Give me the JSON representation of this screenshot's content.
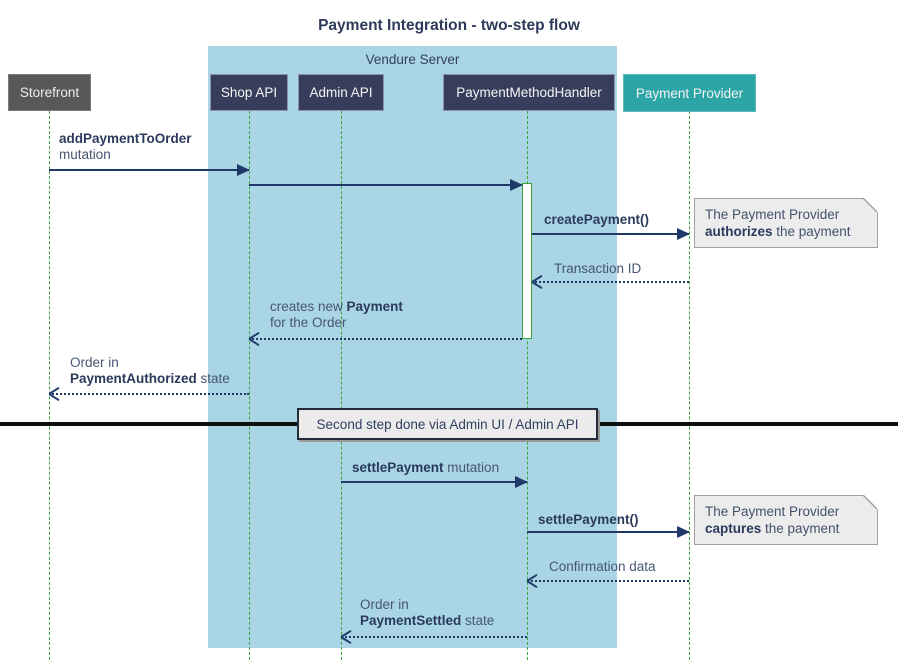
{
  "title": "Payment Integration - two-step flow",
  "container": {
    "label": "Vendure Server"
  },
  "participants": [
    {
      "id": "storefront",
      "label": "Storefront"
    },
    {
      "id": "shop-api",
      "label": "Shop API"
    },
    {
      "id": "admin-api",
      "label": "Admin API"
    },
    {
      "id": "payment-method-handler",
      "label": "PaymentMethodHandler"
    },
    {
      "id": "payment-provider",
      "label": "Payment Provider"
    }
  ],
  "messages": {
    "m1": {
      "from": "Storefront",
      "to": "Shop API",
      "line1_bold": "addPaymentToOrder",
      "line2": "mutation",
      "style": "solid"
    },
    "m2": {
      "from": "Shop API",
      "to": "PaymentMethodHandler",
      "style": "solid"
    },
    "m3": {
      "from": "PaymentMethodHandler",
      "to": "Payment Provider",
      "line1_bold": "createPayment()",
      "style": "solid"
    },
    "m4": {
      "from": "Payment Provider",
      "to": "PaymentMethodHandler",
      "line1": "Transaction ID",
      "style": "dashed-return"
    },
    "m5": {
      "from": "PaymentMethodHandler",
      "to": "Shop API",
      "line1_pre": "creates new ",
      "line1_bold": "Payment",
      "line2": "for the Order",
      "style": "dashed-return"
    },
    "m6": {
      "from": "Shop API",
      "to": "Storefront",
      "line1": "Order in",
      "line2_bold": "PaymentAuthorized",
      "line2_post": " state",
      "style": "dashed-return"
    },
    "m8": {
      "from": "Admin API",
      "to": "PaymentMethodHandler",
      "line1_bold": "settlePayment",
      "line1_post": " mutation",
      "style": "solid"
    },
    "m9": {
      "from": "PaymentMethodHandler",
      "to": "Payment Provider",
      "line1_bold": "settlePayment()",
      "style": "solid"
    },
    "m10": {
      "from": "Payment Provider",
      "to": "PaymentMethodHandler",
      "line1": "Confirmation data",
      "style": "dashed-return"
    },
    "m11": {
      "from": "PaymentMethodHandler",
      "to": "Admin API",
      "line1": "Order in",
      "line2_bold": "PaymentSettled",
      "line2_post": " state",
      "style": "dashed-return"
    }
  },
  "notes": {
    "n1": {
      "line1": "The Payment Provider",
      "line2_bold": "authorizes",
      "line2_post": " the payment"
    },
    "n2": {
      "line1": "The Payment Provider",
      "line2_bold": "captures",
      "line2_post": " the payment"
    }
  },
  "divider": {
    "label": "Second step done via Admin UI / Admin API"
  },
  "colors": {
    "container_bg": "#a9d5e5",
    "participant_navy": "#373e5c",
    "participant_gray": "#585858",
    "participant_teal": "#2ba5a5",
    "lifeline_green": "#3aa33a",
    "arrow_navy": "#1f3a68",
    "note_bg": "#ececec",
    "note_border": "#a0a0a0",
    "text_bold": "#2b3a5c",
    "text_regular": "#475673"
  }
}
